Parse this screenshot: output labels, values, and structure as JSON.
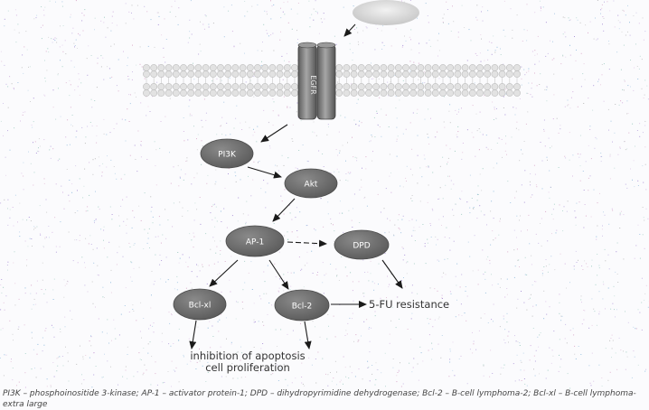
{
  "diagram": {
    "receptor": "EGFR",
    "nodes": {
      "pi3k": "PI3K",
      "akt": "Akt",
      "ap1": "AP-1",
      "dpd": "DPD",
      "bclxl": "Bcl-xl",
      "bcl2": "Bcl-2"
    },
    "outcomes": {
      "resistance": "5-FU resistance",
      "apoptosis_line1": "inhibition of apoptosis",
      "apoptosis_line2": "cell proliferation"
    }
  },
  "caption": "PI3K – phosphoinositide 3-kinase; AP-1 – activator protein-1; DPD – dihydropyrimidine dehydrogenase; Bcl-2 – B-cell lymphoma-2; Bcl-xl – B-cell lymphoma-extra large",
  "colors": {
    "node_fill": "#6e6e6e",
    "receptor_fill": "#7a7a7a",
    "ligand_fill": "#d8d8d8",
    "membrane": "#c9c9c9",
    "arrow": "#1a1a1a"
  }
}
